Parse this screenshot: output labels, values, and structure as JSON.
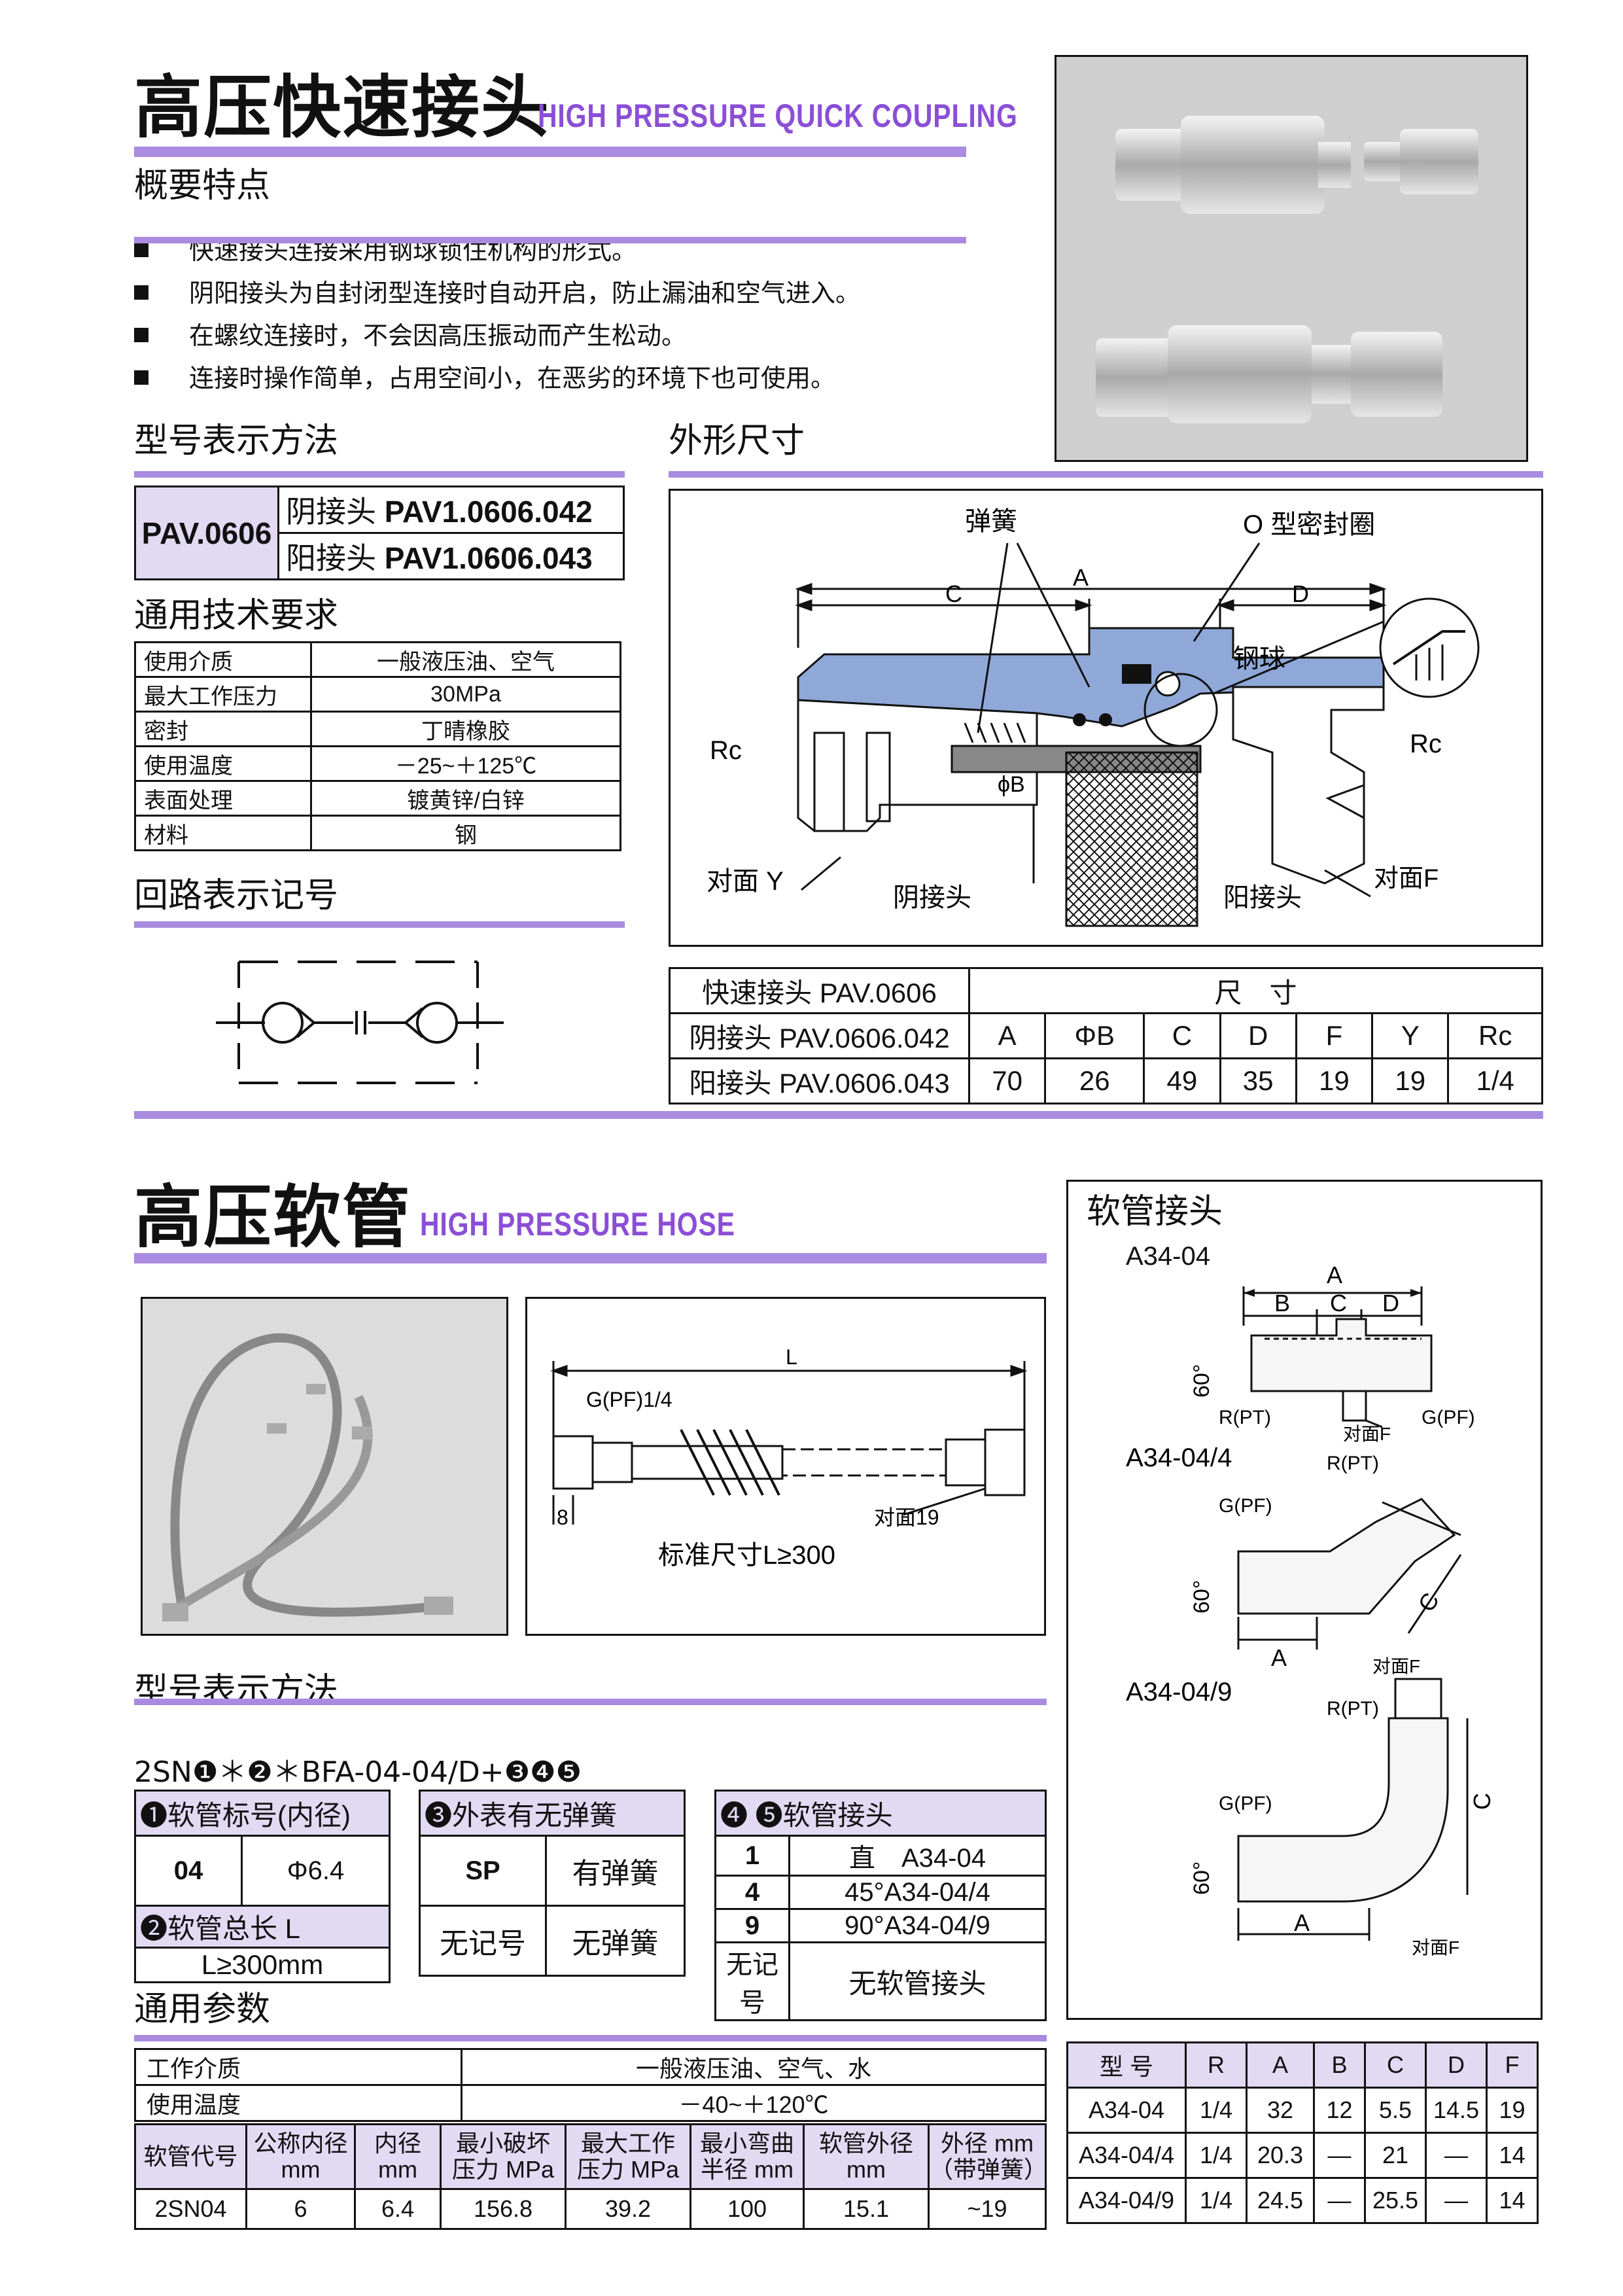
{
  "coupling": {
    "title_cn": "高压快速接头",
    "title_en": "HIGH PRESSURE QUICK COUPLING",
    "overview_heading": "概要特点",
    "features": [
      "快速接头连接采用钢球锁住机构的形式。",
      "阴阳接头为自封闭型连接时自动开启，防止漏油和空气进入。",
      "在螺纹连接时，不会因高压振动而产生松动。",
      "连接时操作简单，占用空间小，在恶劣的环境下也可使用。"
    ],
    "model_heading": "型号表示方法",
    "model": {
      "code": "PAV.0606",
      "female_label": "阴接头",
      "female_code": "PAV1.0606.042",
      "male_label": "阳接头",
      "male_code": "PAV1.0606.043"
    },
    "tech_heading": "通用技术要求",
    "tech_rows": [
      {
        "k": "使用介质",
        "v": "一般液压油、空气"
      },
      {
        "k": "最大工作压力",
        "v": "30MPa"
      },
      {
        "k": "密封",
        "v": "丁晴橡胶"
      },
      {
        "k": "使用温度",
        "v": "－25~＋125℃"
      },
      {
        "k": "表面处理",
        "v": "镀黄锌/白锌"
      },
      {
        "k": "材料",
        "v": "钢"
      }
    ],
    "circuit_heading": "回路表示记号",
    "dims_heading": "外形尺寸",
    "diagram_labels": {
      "spring": "弹簧",
      "oring": "O 型密封圈",
      "ball": "钢球",
      "A": "A",
      "C": "C",
      "D": "D",
      "rc_left": "Rc",
      "rc_right": "Rc",
      "phiB": "ϕB",
      "face_y": "对面 Y",
      "face_f": "对面F",
      "female": "阴接头",
      "male": "阳接头"
    },
    "dim_table": {
      "head_left": "快速接头 PAV.0606",
      "head_right": "尺　寸",
      "row1_label": "阴接头 PAV.0606.042",
      "row2_label": "阳接头 PAV.0606.043",
      "cols": [
        "A",
        "ΦB",
        "C",
        "D",
        "F",
        "Y",
        "Rc"
      ],
      "values": [
        "70",
        "26",
        "49",
        "35",
        "19",
        "19",
        "1/4"
      ]
    }
  },
  "hose": {
    "title_cn": "高压软管",
    "title_en": "HIGH PRESSURE HOSE",
    "drawing": {
      "L": "L",
      "gpf": "G(PF)1/4",
      "eight": "8",
      "face19": "对面19",
      "std": "标准尺寸L≥300"
    },
    "model_heading": "型号表示方法",
    "formula": "2SN❶＊❷＊BFA-04-04/D+❸❹❺",
    "box1": {
      "title": "❶软管标号(内径)",
      "code": "04",
      "val": "Φ6.4"
    },
    "box2": {
      "title": "❷软管总长 L",
      "val": "L≥300mm"
    },
    "box3": {
      "title": "❸外表有无弹簧",
      "r1c": "SP",
      "r1v": "有弹簧",
      "r2c": "无记号",
      "r2v": "无弹簧"
    },
    "box45": {
      "title": "❹ ❺软管接头",
      "rows": [
        {
          "c": "1",
          "v": "直　A34-04"
        },
        {
          "c": "4",
          "v": "45°A34-04/4"
        },
        {
          "c": "9",
          "v": "90°A34-04/9"
        },
        {
          "c": "无记号",
          "v": "无软管接头"
        }
      ]
    },
    "params_heading": "通用参数",
    "params": [
      {
        "k": "工作介质",
        "v": "一般液压油、空气、水"
      },
      {
        "k": "使用温度",
        "v": "－40~＋120℃"
      }
    ],
    "spec_head": [
      "软管代号",
      "公称内径\nmm",
      "内径\nmm",
      "最小破坏\n压力 MPa",
      "最大工作\n压力 MPa",
      "最小弯曲\n半径 mm",
      "软管外径\nmm",
      "外径 mm\n（带弹簧）"
    ],
    "spec_row": [
      "2SN04",
      "6",
      "6.4",
      "156.8",
      "39.2",
      "100",
      "15.1",
      "~19"
    ]
  },
  "fittings": {
    "heading": "软管接头",
    "f1": "A34-04",
    "f2": "A34-04/4",
    "f3": "A34-04/9",
    "labels": {
      "A": "A",
      "B": "B",
      "C": "C",
      "D": "D",
      "deg": "60°",
      "rpt": "R(PT)",
      "gpf": "G(PF)",
      "face": "对面F"
    },
    "table_head": [
      "型 号",
      "R",
      "A",
      "B",
      "C",
      "D",
      "F"
    ],
    "table_rows": [
      [
        "A34-04",
        "1/4",
        "32",
        "12",
        "5.5",
        "14.5",
        "19"
      ],
      [
        "A34-04/4",
        "1/4",
        "20.3",
        "—",
        "21",
        "—",
        "14"
      ],
      [
        "A34-04/9",
        "1/4",
        "24.5",
        "—",
        "25.5",
        "—",
        "14"
      ]
    ]
  },
  "colors": {
    "accent": "#a98ce0",
    "title_en": "#8b4fd6",
    "lavender": "#e2d9f3",
    "diagram_blue": "#8fa8d8"
  }
}
